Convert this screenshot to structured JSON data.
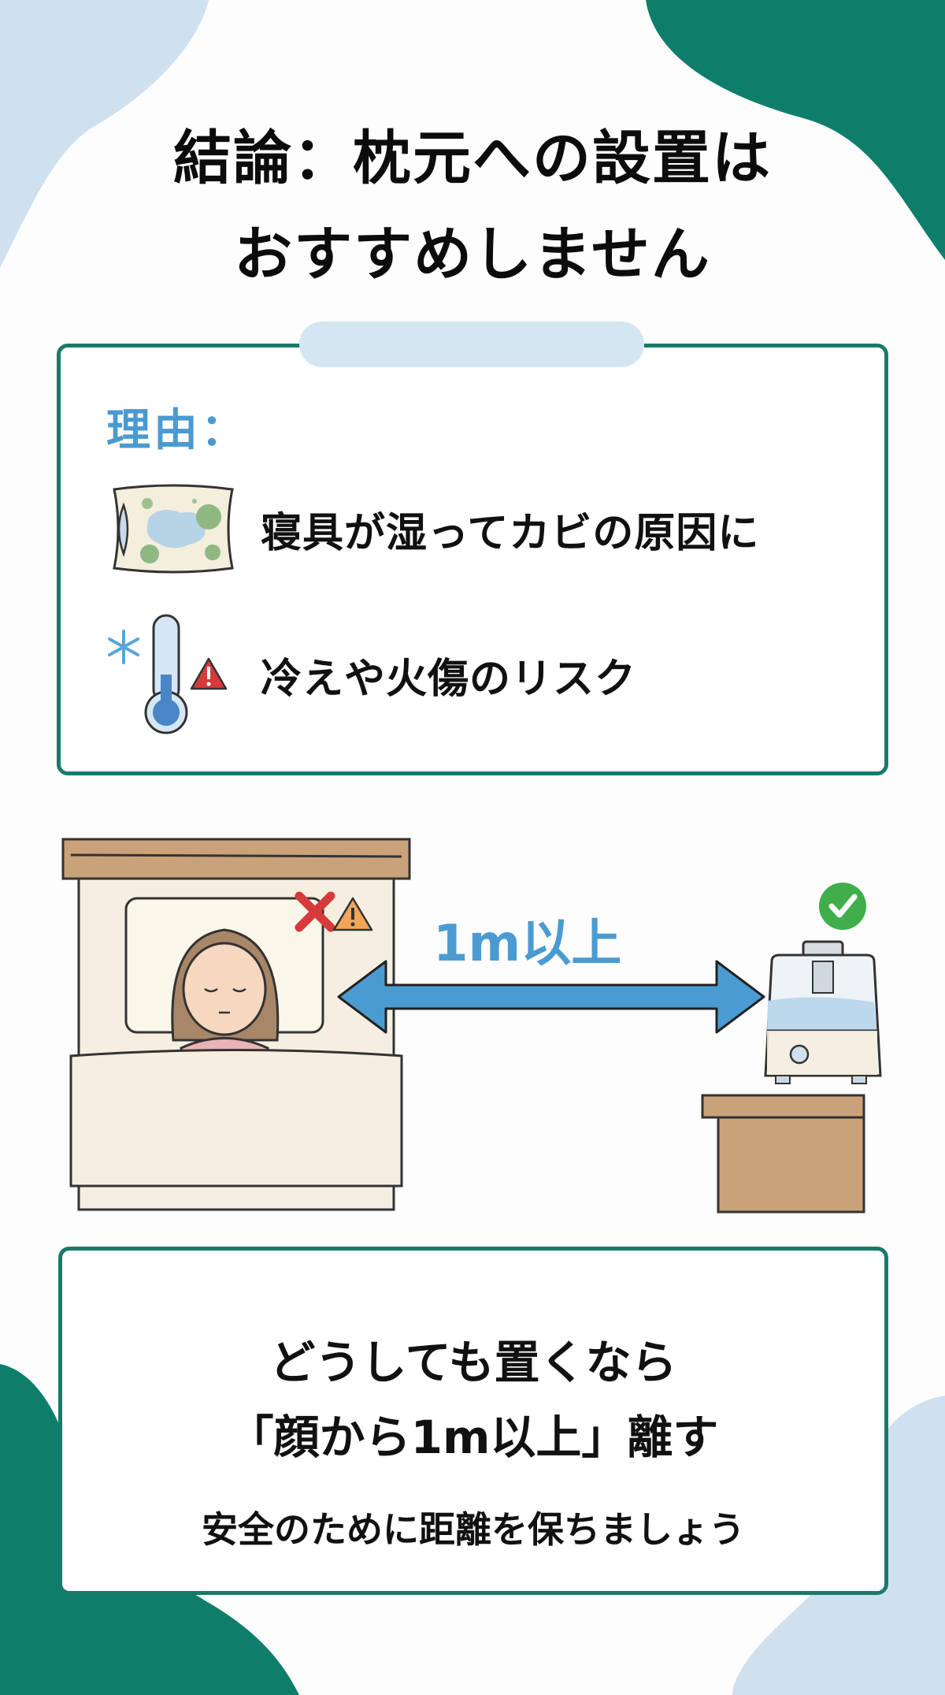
{
  "colors": {
    "teal": "#1a7a69",
    "teal_blob": "#0e7e6b",
    "light_blue_blob": "#cfe0ef",
    "accent_blue": "#4a9ad0",
    "warning_red": "#d63a3a",
    "warning_orange": "#f2a65a",
    "ok_green": "#3fae4b",
    "wood": "#caa27a",
    "bedding": "#f6efe1"
  },
  "header": {
    "title_line1": "結論：枕元への設置は",
    "title_line2": "おすすめしません"
  },
  "reasons": {
    "label": "理由：",
    "items": [
      {
        "icon": "moldy-pillow-icon",
        "text": "寝具が湿ってカビの原因に"
      },
      {
        "icon": "thermometer-cold-warning-icon",
        "text": "冷えや火傷のリスク"
      }
    ]
  },
  "scene": {
    "distance_label": "1m以上",
    "bad_marks": [
      "red-x-icon",
      "warning-triangle-icon"
    ],
    "good_mark": "green-check-icon",
    "left_object": "sleeping-person-in-bed",
    "right_object": "humidifier-on-table"
  },
  "advice": {
    "line1": "どうしても置くなら",
    "line2": "「顔から1m以上」離す",
    "sub": "安全のために距離を保ちましょう"
  }
}
